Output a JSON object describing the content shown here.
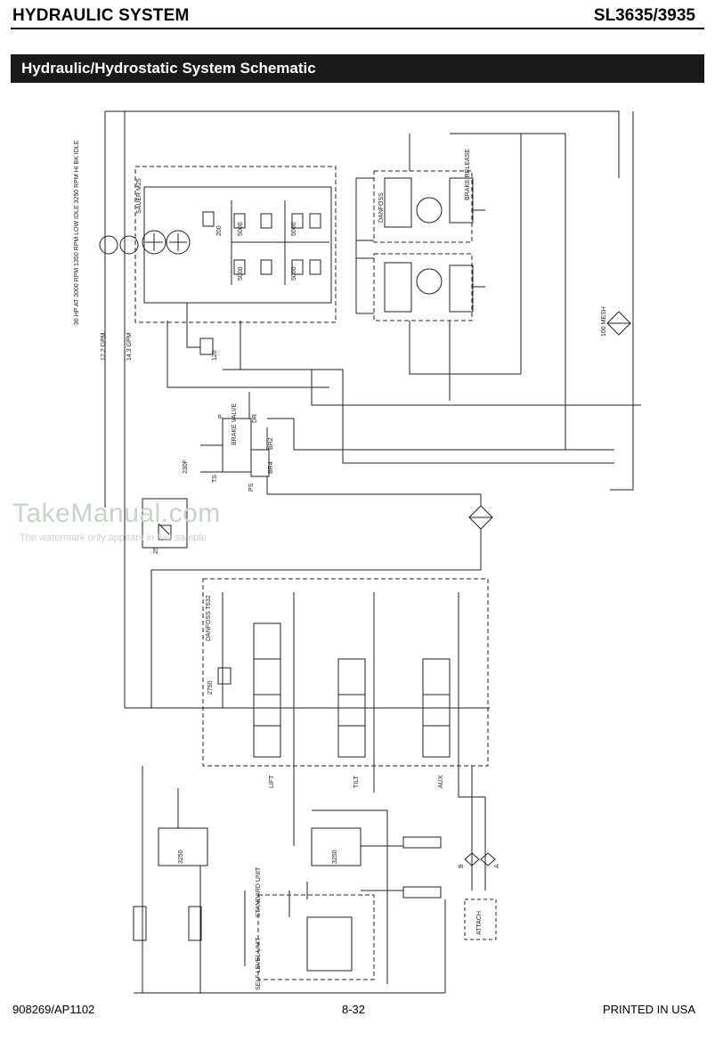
{
  "header": {
    "left_title": "HYDRAULIC SYSTEM",
    "right_title": "SL3635/3935"
  },
  "section": {
    "title": "Hydraulic/Hydrostatic System Schematic"
  },
  "watermark": {
    "main": "TakeManual.com",
    "sub": "The watermark only appears in this sample"
  },
  "labels": {
    "sauer_pump": "SAUER M25",
    "danfoss_motor": "DANFOSS",
    "brake_release": "BRAKE RELEASE",
    "mesh_100": "100 MESH",
    "brake_valve": "BRAKE VALVE",
    "danfoss_valve": "DANFOSS T632",
    "lift": "LIFT",
    "tilt": "TILT",
    "aux": "AUX",
    "attach": "ATTACH",
    "self_level": "SELF LEVEL UNIT",
    "standard": "STANDARD UNIT",
    "val_25": "25",
    "val_120": "120",
    "val_200": "200",
    "val_230f": "230F",
    "val_2750": "2750",
    "val_3250a": "3250",
    "val_3250b": "3250",
    "val_5000a": "5000",
    "val_5000b": "5000",
    "val_5000c": "5000",
    "val_5000d": "5000",
    "port_dr": "DR",
    "port_br2": "BR2",
    "port_br4": "BR4",
    "port_ts": "TS",
    "port_ps": "PS",
    "port_p": "P",
    "port_a": "A",
    "port_b": "B",
    "gpm_left": "12.2 GPM",
    "gpm_right": "14.3 GPM",
    "engine_note": "36 HP AT 3000 RPM 1350 RPM LOW IDLE 3250 RPM HI BK IDLE"
  },
  "footer": {
    "left": "908269/AP1102",
    "center": "8-32",
    "right": "PRINTED IN USA"
  }
}
